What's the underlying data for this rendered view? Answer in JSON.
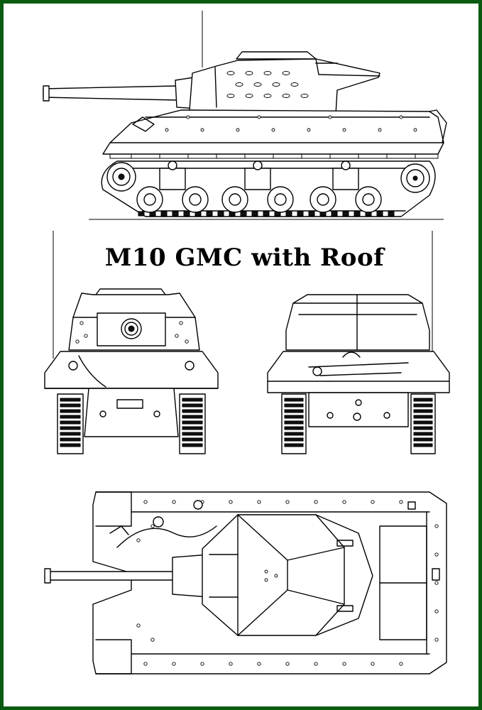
{
  "title": "M10 GMC with Roof",
  "colors": {
    "frame": "#0b5a12",
    "background": "#ffffff",
    "line": "#000000"
  },
  "views": [
    "side-view",
    "front-view",
    "rear-view",
    "top-view"
  ]
}
